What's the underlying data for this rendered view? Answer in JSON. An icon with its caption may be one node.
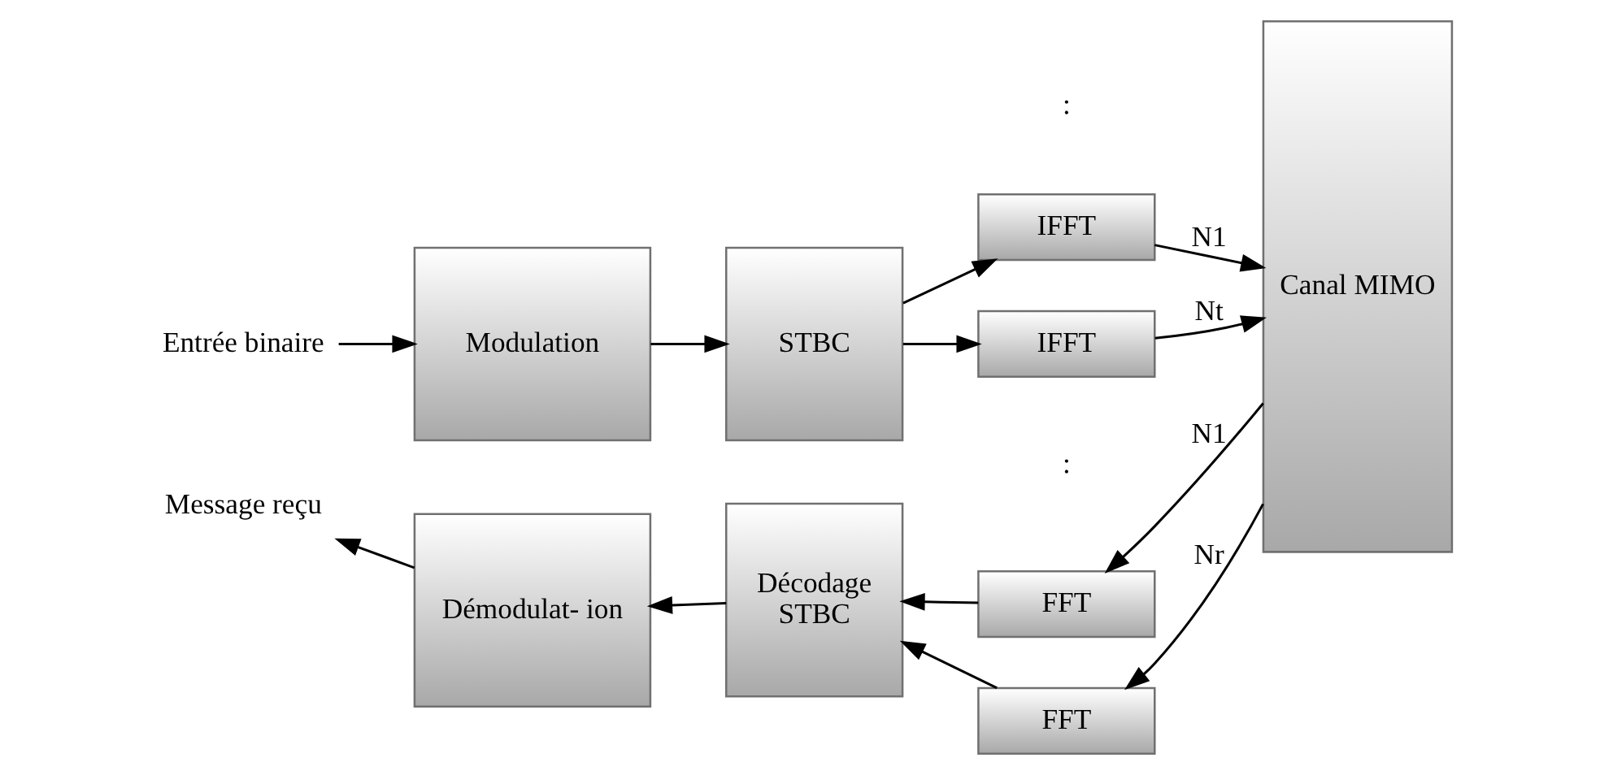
{
  "diagram": {
    "nodes": [
      {
        "text": [
          "Entrée binaire"
        ]
      },
      {
        "text": [
          "Modulation"
        ]
      },
      {
        "text": [
          "STBC"
        ]
      },
      {
        "text": [
          "IFFT"
        ]
      },
      {
        "text": [
          "IFFT"
        ]
      },
      {
        "text": [
          "Canal MIMO"
        ]
      },
      {
        "text": [
          "FFT"
        ]
      },
      {
        "text": [
          "FFT"
        ]
      },
      {
        "text": [
          "Décodage",
          "STBC"
        ]
      },
      {
        "text": [
          "Démodulat- ion"
        ]
      },
      {
        "text": [
          "Message reçu"
        ]
      }
    ],
    "edges": [
      {
        "from": 0,
        "to": 1,
        "arrow": "to"
      },
      {
        "from": 1,
        "to": 2,
        "arrow": "to"
      },
      {
        "from": 2,
        "to": 3,
        "arrow": "to"
      },
      {
        "from": 2,
        "to": 4,
        "arrow": "to"
      },
      {
        "from": 3,
        "to": 5,
        "arrow": "to",
        "label": "N1"
      },
      {
        "from": 4,
        "to": 5,
        "arrow": "to",
        "label": "Nt"
      },
      {
        "from": 5,
        "to": 6,
        "arrow": "to",
        "label": "N1"
      },
      {
        "from": 5,
        "to": 7,
        "arrow": "to",
        "label": "Nr"
      },
      {
        "from": 6,
        "to": 8,
        "arrow": "to"
      },
      {
        "from": 7,
        "to": 8,
        "arrow": "to"
      },
      {
        "from": 8,
        "to": 9,
        "arrow": "to"
      },
      {
        "from": 9,
        "to": 10,
        "arrow": "to"
      }
    ],
    "labels": [
      ":",
      ":"
    ]
  }
}
